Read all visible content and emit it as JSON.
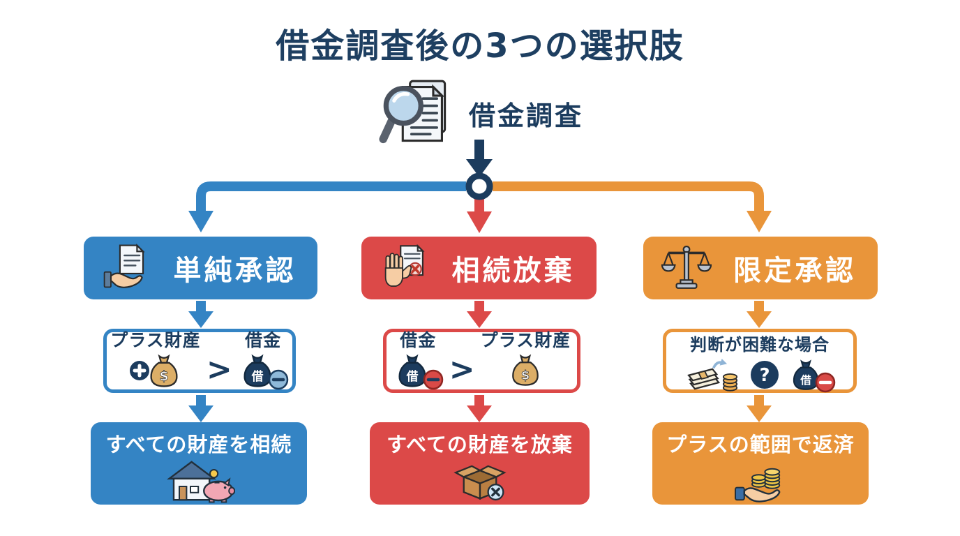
{
  "title": "借金調査後の3つの選択肢",
  "root": {
    "label": "借金調査"
  },
  "colors": {
    "navy": "#1c3c5e",
    "blue": "#3484c4",
    "red": "#dc4948",
    "orange": "#e9953a"
  },
  "columns": [
    {
      "header": {
        "label": "単純承認"
      },
      "condition": {
        "left": {
          "label": "プラス財産",
          "bag_char": "$"
        },
        "operator": ">",
        "right": {
          "label": "借金",
          "bag_char": "借"
        }
      },
      "outcome": {
        "label": "すべての財産を相続"
      }
    },
    {
      "header": {
        "label": "相続放棄"
      },
      "condition": {
        "left": {
          "label": "借金",
          "bag_char": "借"
        },
        "operator": ">",
        "right": {
          "label": "プラス財産",
          "bag_char": "$"
        }
      },
      "outcome": {
        "label": "すべての財産を放棄"
      }
    },
    {
      "header": {
        "label": "限定承認"
      },
      "condition": {
        "title": "判断が困難な場合",
        "question": "?",
        "bag_char": "借"
      },
      "outcome": {
        "label": "プラスの範囲で返済"
      }
    }
  ]
}
